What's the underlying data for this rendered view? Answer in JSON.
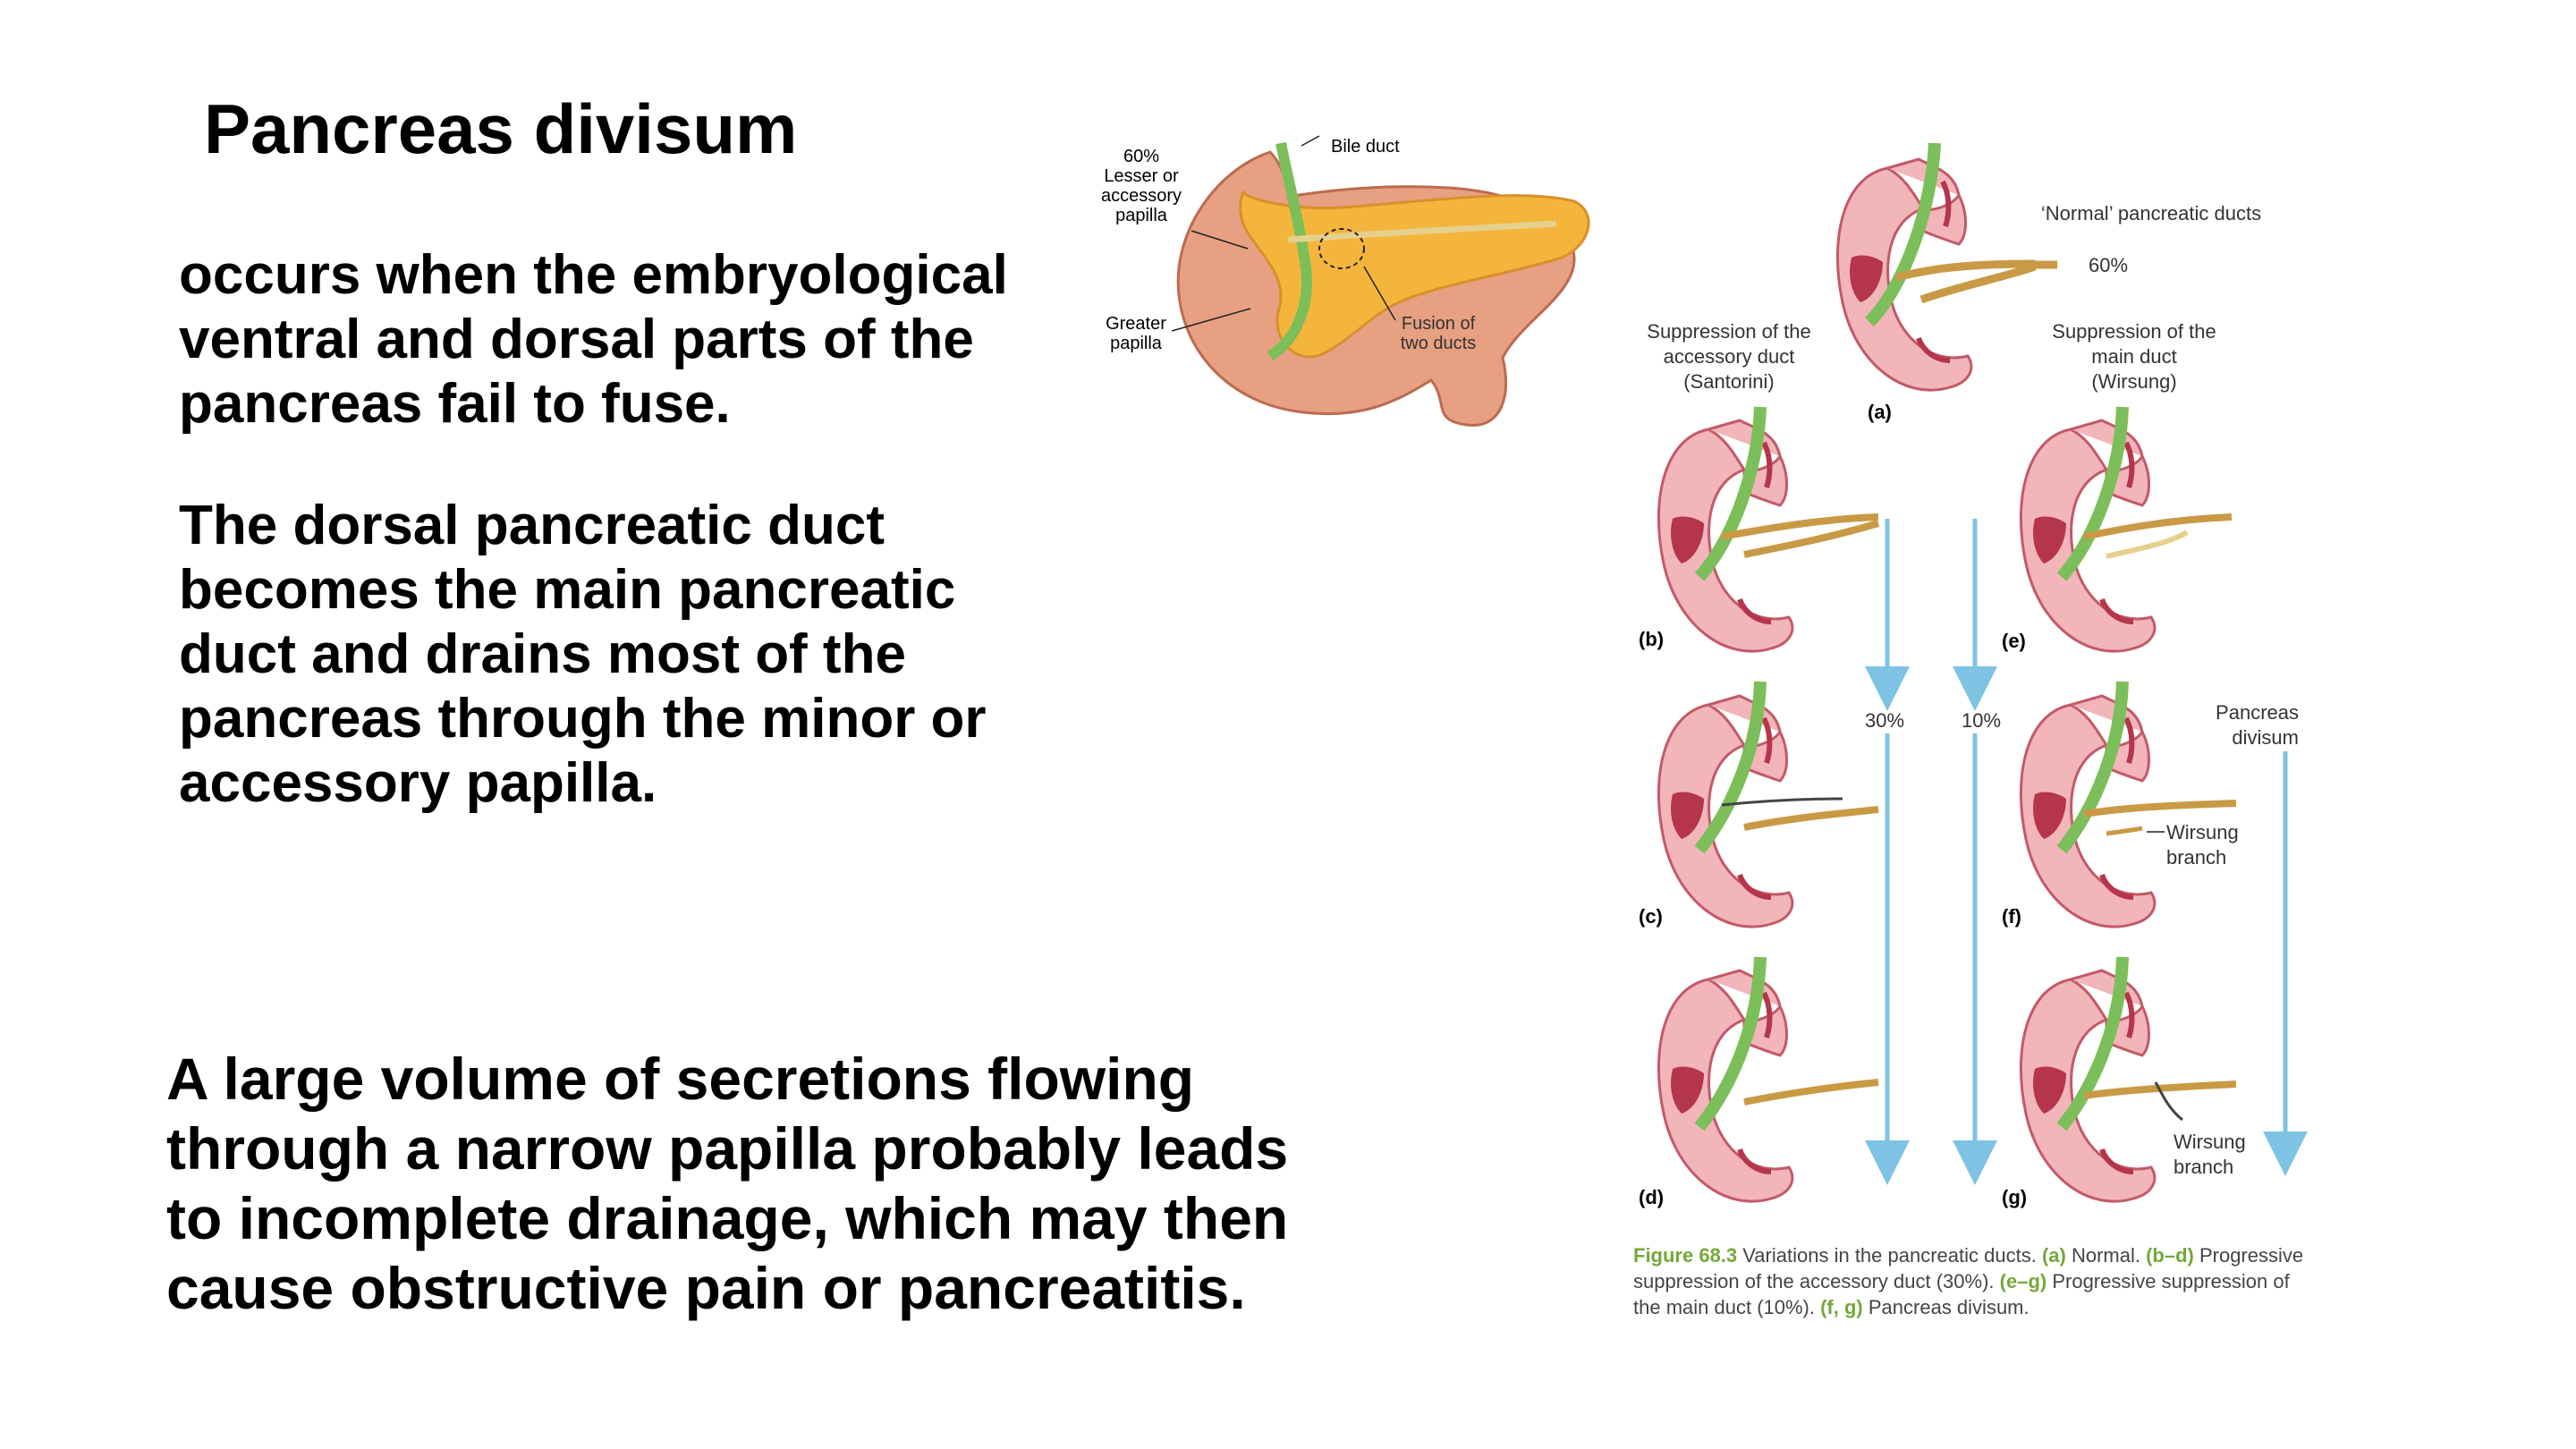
{
  "title": "Pancreas divisum",
  "paragraph1": [
    "occurs when the embryological",
    "ventral and dorsal parts of the",
    "pancreas fail to fuse."
  ],
  "paragraph2": [
    "The dorsal pancreatic duct",
    "becomes the main pancreatic",
    "duct and drains most of the",
    "pancreas through the minor or",
    "accessory papilla."
  ],
  "paragraph3": [
    "A large volume of secretions flowing",
    "through a narrow papilla probably leads",
    "to incomplete drainage, which may then",
    "cause obstructive pain or pancreatitis."
  ],
  "anatomy_labels": {
    "pct": "60%",
    "lesser": "Lesser or",
    "accessory": "accessory",
    "papilla": "papilla",
    "bile_duct": "Bile duct",
    "greater": "Greater",
    "greater_papilla": "papilla",
    "fusion": "Fusion of",
    "fusion2": "two ducts"
  },
  "figure": {
    "normal_label": "‘Normal’ pancreatic ducts",
    "normal_pct": "60%",
    "supp_accessory": [
      "Suppression of the",
      "accessory duct",
      "(Santorini)"
    ],
    "supp_main": [
      "Suppression of the",
      "main duct",
      "(Wirsung)"
    ],
    "pct_30": "30%",
    "pct_10": "10%",
    "pancreas_divisum": [
      "Pancreas",
      "divisum"
    ],
    "wirsung_branch": [
      "Wirsung",
      "branch"
    ],
    "wirsung_branch_g": [
      "Wirsung",
      "branch"
    ],
    "panel_labels": {
      "a": "(a)",
      "b": "(b)",
      "c": "(c)",
      "d": "(d)",
      "e": "(e)",
      "f": "(f)",
      "g": "(g)"
    }
  },
  "caption": {
    "fig_label": "Figure 68.3",
    "t1": " Variations in the pancreatic ducts. ",
    "r1": "(a)",
    "t2": " Normal. ",
    "r2": "(b–d)",
    "t3": " Progressive suppression of the accessory duct (30%). ",
    "r3": "(e–g)",
    "t4": " Progressive suppression of the main duct (10%). ",
    "r4": "(f, g)",
    "t5": " Pancreas divisum."
  },
  "colors": {
    "duodenum": "#f2b5ba",
    "duodenum_stroke": "#c25a68",
    "mucosa": "#b5354a",
    "bile_duct": "#7cbf5a",
    "pancreatic_duct": "#c99a45",
    "arrow": "#7fc3e4",
    "pancreas": "#f4b53c"
  }
}
